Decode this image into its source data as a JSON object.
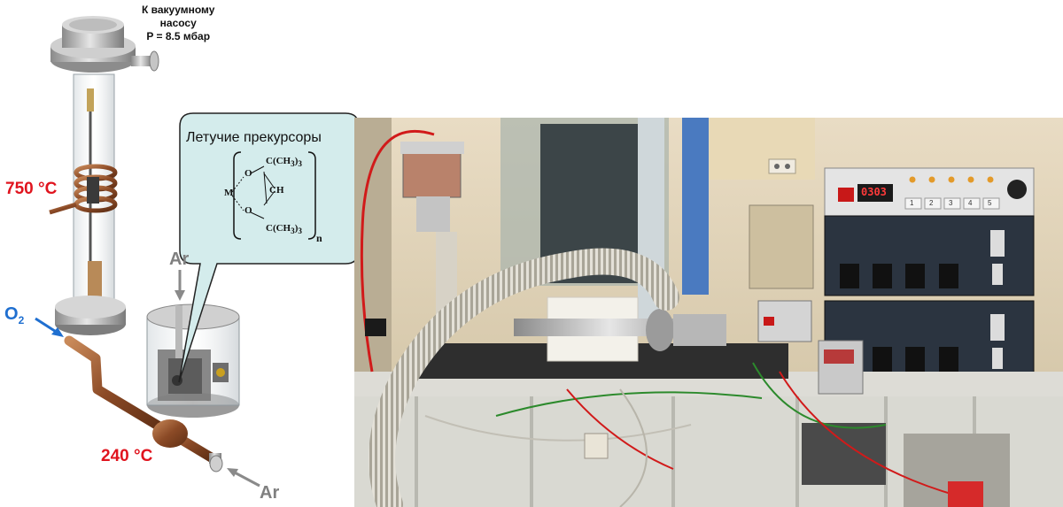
{
  "labels": {
    "pump_line1": "К вакуумному",
    "pump_line2": "насосу",
    "pump_line3": "P = 8.5 мбар",
    "temp_top": "750 °C",
    "temp_bottom": "240 °C",
    "ar_top": "Ar",
    "ar_bottom": "Ar",
    "o2_base": "O",
    "o2_sub": "2",
    "callout_title": "Летучие прекурсоры"
  },
  "formula": {
    "ch3_top": "C(CH",
    "ch3_bottom": "C(CH",
    "sub3": "3",
    "close": ")",
    "o_top": "O",
    "o_bottom": "O",
    "c_mid": "CH",
    "metal": "M",
    "n": "n"
  },
  "photo": {
    "display_value": "0303",
    "panel_numbers": [
      "1",
      "2",
      "3",
      "4",
      "5"
    ]
  },
  "colors": {
    "accent_red": "#e0141e",
    "o2_blue": "#1f6fd0",
    "ar_grey": "#808080",
    "callout_fill": "#d4ecec"
  }
}
